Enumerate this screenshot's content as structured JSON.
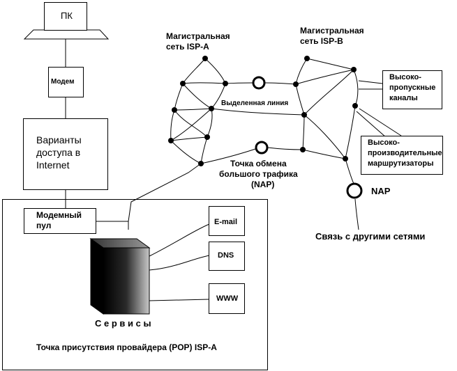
{
  "pc": {
    "label": "ПК"
  },
  "modem": {
    "label": "Модем"
  },
  "access": {
    "line1": "Варианты",
    "line2": "доступа в",
    "line3": "Internet"
  },
  "pop": {
    "modem_pool_line1": "Модемный",
    "modem_pool_line2": "пул",
    "services_label": "С е р в и с ы",
    "title": "Точка присутствия провайдера (POP) ISP-A",
    "services": [
      "E-mail",
      "DNS",
      "WWW"
    ]
  },
  "backbone": {
    "isp_a_line1": "Магистральная",
    "isp_a_line2": "сеть ISP-A",
    "isp_b_line1": "Магистральная",
    "isp_b_line2": "сеть ISP-B",
    "leased_line": "Выделенная линия",
    "exchange_line1": "Точка обмена",
    "exchange_line2": "большого трафика",
    "exchange_line3": "(NAP)",
    "nap": "NAP",
    "other_networks": "Связь с другими сетями"
  },
  "callouts": {
    "high_bandwidth_line1": "Высоко-",
    "high_bandwidth_line2": "пропускные",
    "high_bandwidth_line3": "каналы",
    "routers_line1": "Высоко-",
    "routers_line2": "производительные",
    "routers_line3": "маршрутизаторы"
  }
}
